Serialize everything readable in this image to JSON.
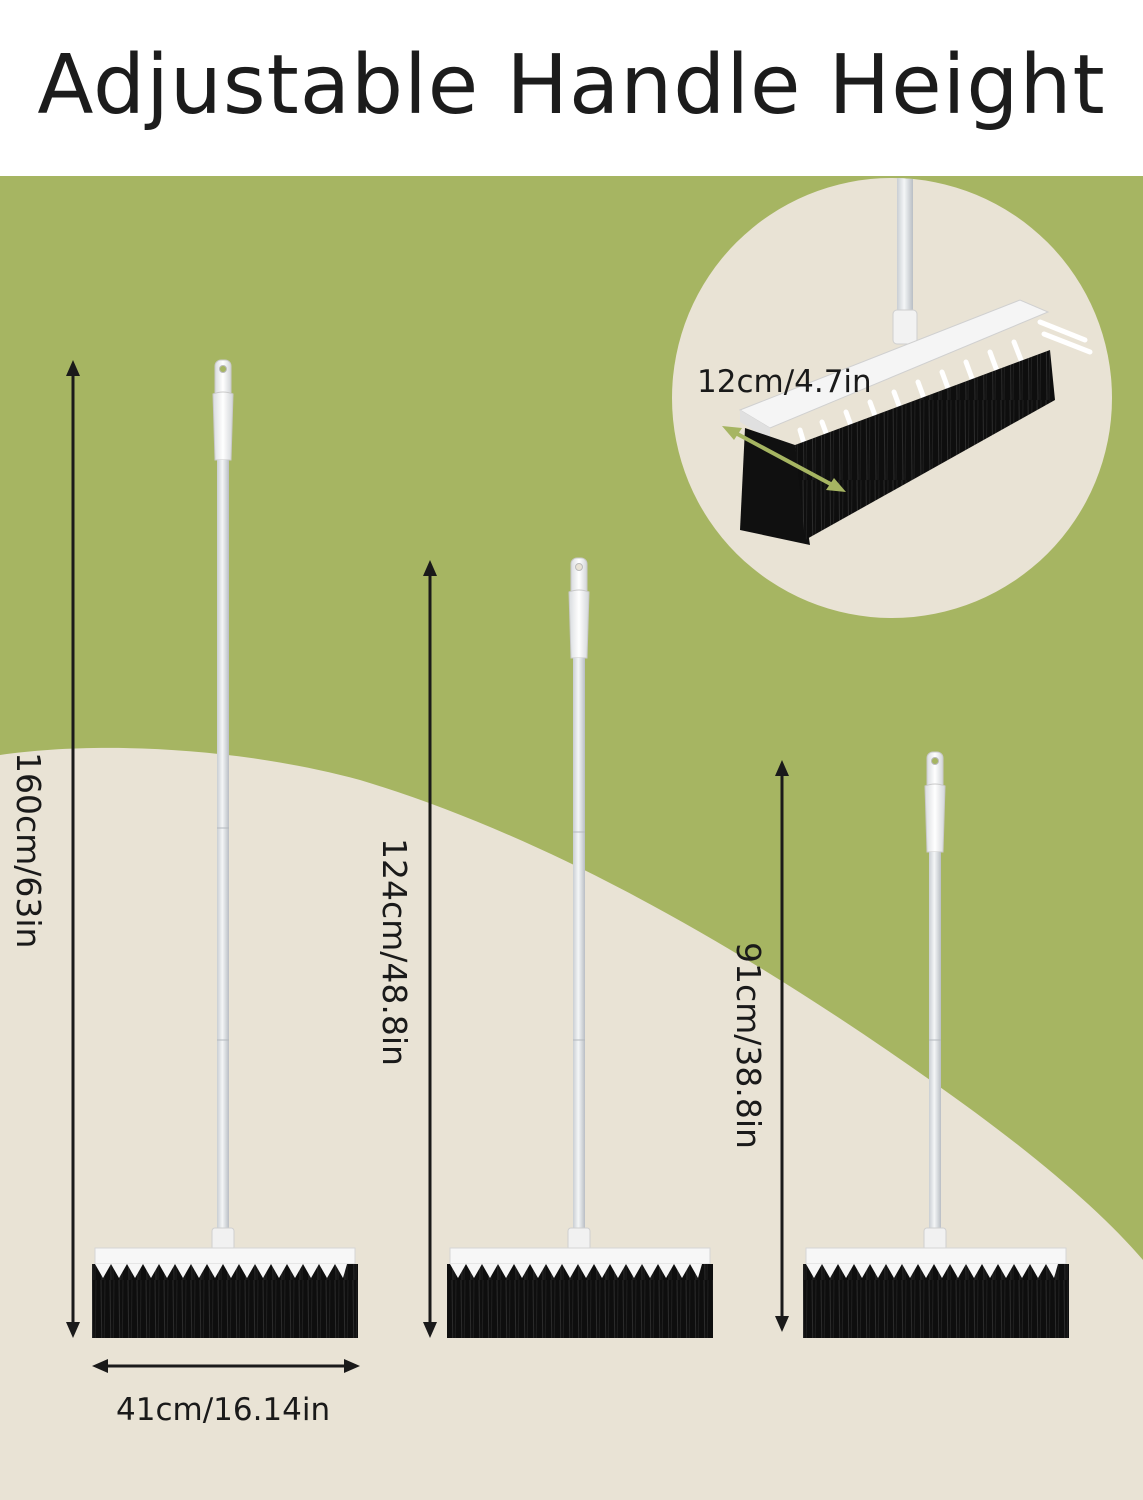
{
  "title": "Adjustable Handle Height",
  "colors": {
    "green": "#a6b562",
    "cream": "#e9e3d5",
    "bristle": "#111111",
    "handle": "#dfe2e5",
    "arrow_accent": "#a6b562"
  },
  "dimensions": {
    "tall": "160cm/63in",
    "medium": "124cm/48.8in",
    "short": "91cm/38.8in",
    "head_width": "41cm/16.14in",
    "head_depth": "12cm/4.7in"
  }
}
